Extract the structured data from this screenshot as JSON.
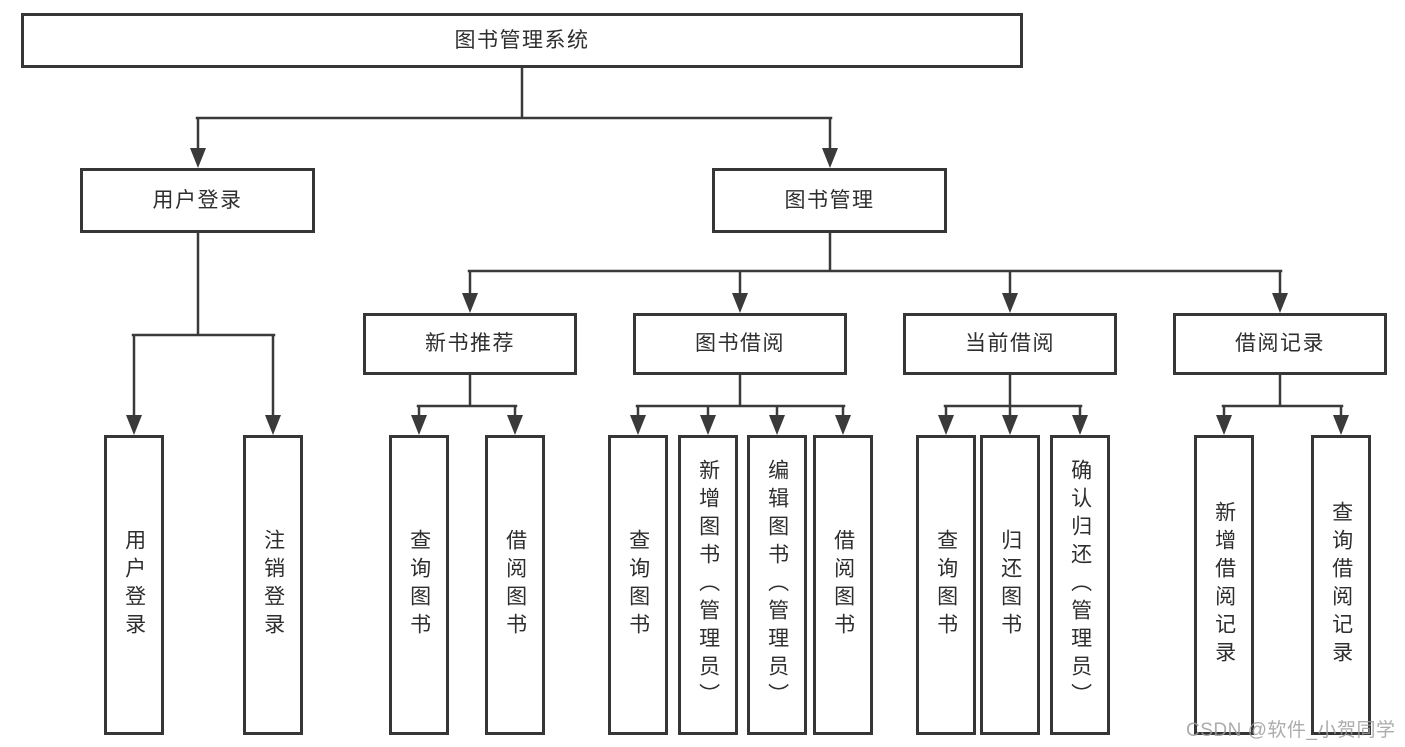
{
  "diagram": {
    "root": {
      "label": "图书管理系统"
    },
    "branches": [
      {
        "label": "用户登录",
        "children": [
          {
            "label": "用户登录"
          },
          {
            "label": "注销登录"
          }
        ]
      },
      {
        "label": "图书管理",
        "children": [
          {
            "label": "新书推荐",
            "children": [
              {
                "label": "查询图书"
              },
              {
                "label": "借阅图书"
              }
            ]
          },
          {
            "label": "图书借阅",
            "children": [
              {
                "label": "查询图书"
              },
              {
                "label": "新增图书（管理员）"
              },
              {
                "label": "编辑图书（管理员）"
              },
              {
                "label": "借阅图书"
              }
            ]
          },
          {
            "label": "当前借阅",
            "children": [
              {
                "label": "查询图书"
              },
              {
                "label": "归还图书"
              },
              {
                "label": "确认归还（管理员）"
              }
            ]
          },
          {
            "label": "借阅记录",
            "children": [
              {
                "label": "新增借阅记录"
              },
              {
                "label": "查询借阅记录"
              }
            ]
          }
        ]
      }
    ]
  },
  "watermark": "CSDN @软件_小贺同学",
  "colors": {
    "line": "#3a3a3a",
    "box_border": "#363636",
    "box_fill": "#ffffff",
    "text": "#2e2e2e",
    "watermark": "#9e9e9e",
    "background": "#ffffff"
  }
}
